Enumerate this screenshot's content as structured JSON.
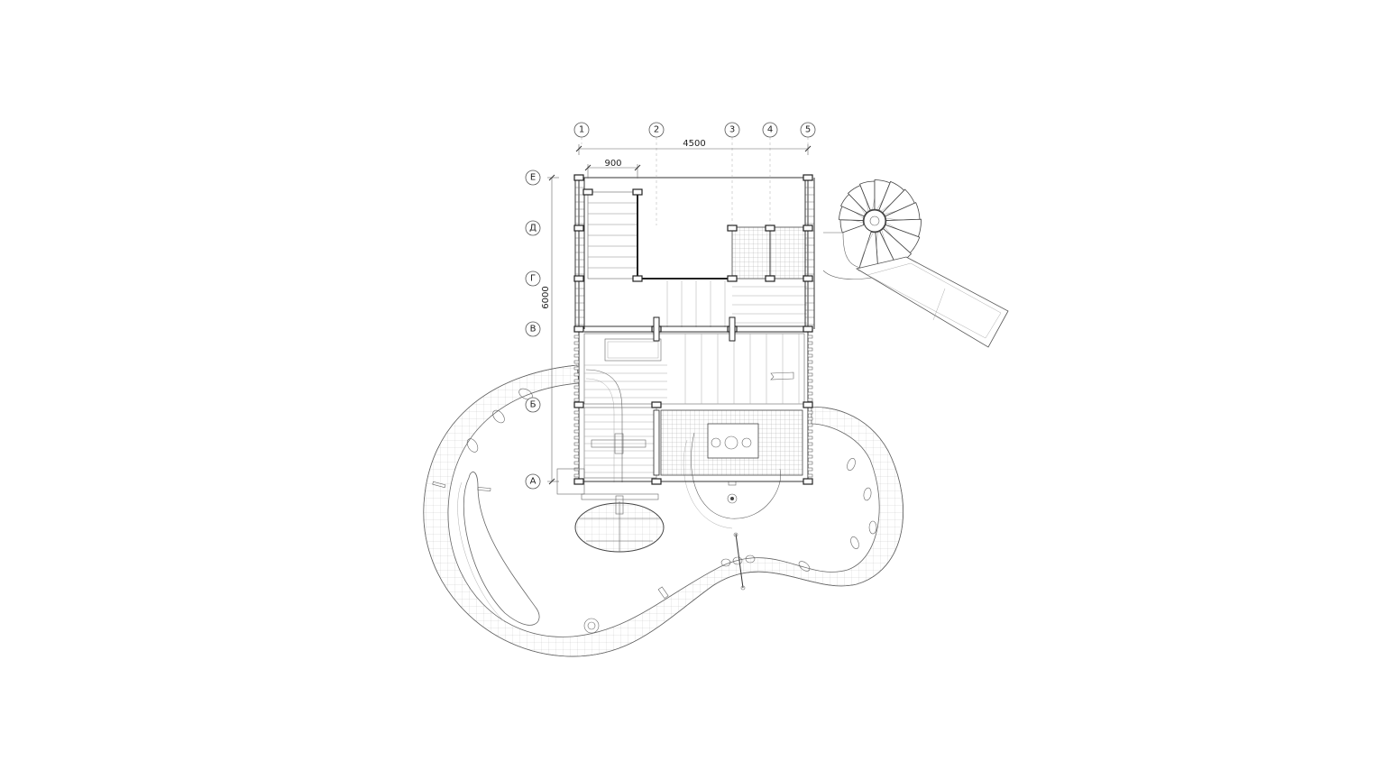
{
  "axes": {
    "columns": [
      "1",
      "2",
      "3",
      "4",
      "5"
    ],
    "rows": [
      "Е",
      "Д",
      "Г",
      "В",
      "Б",
      "А"
    ]
  },
  "dimensions": {
    "overall_width": "4500",
    "overall_depth": "6000",
    "stair_width": "900"
  },
  "colors": {
    "line": "#333333",
    "background": "#ffffff"
  }
}
